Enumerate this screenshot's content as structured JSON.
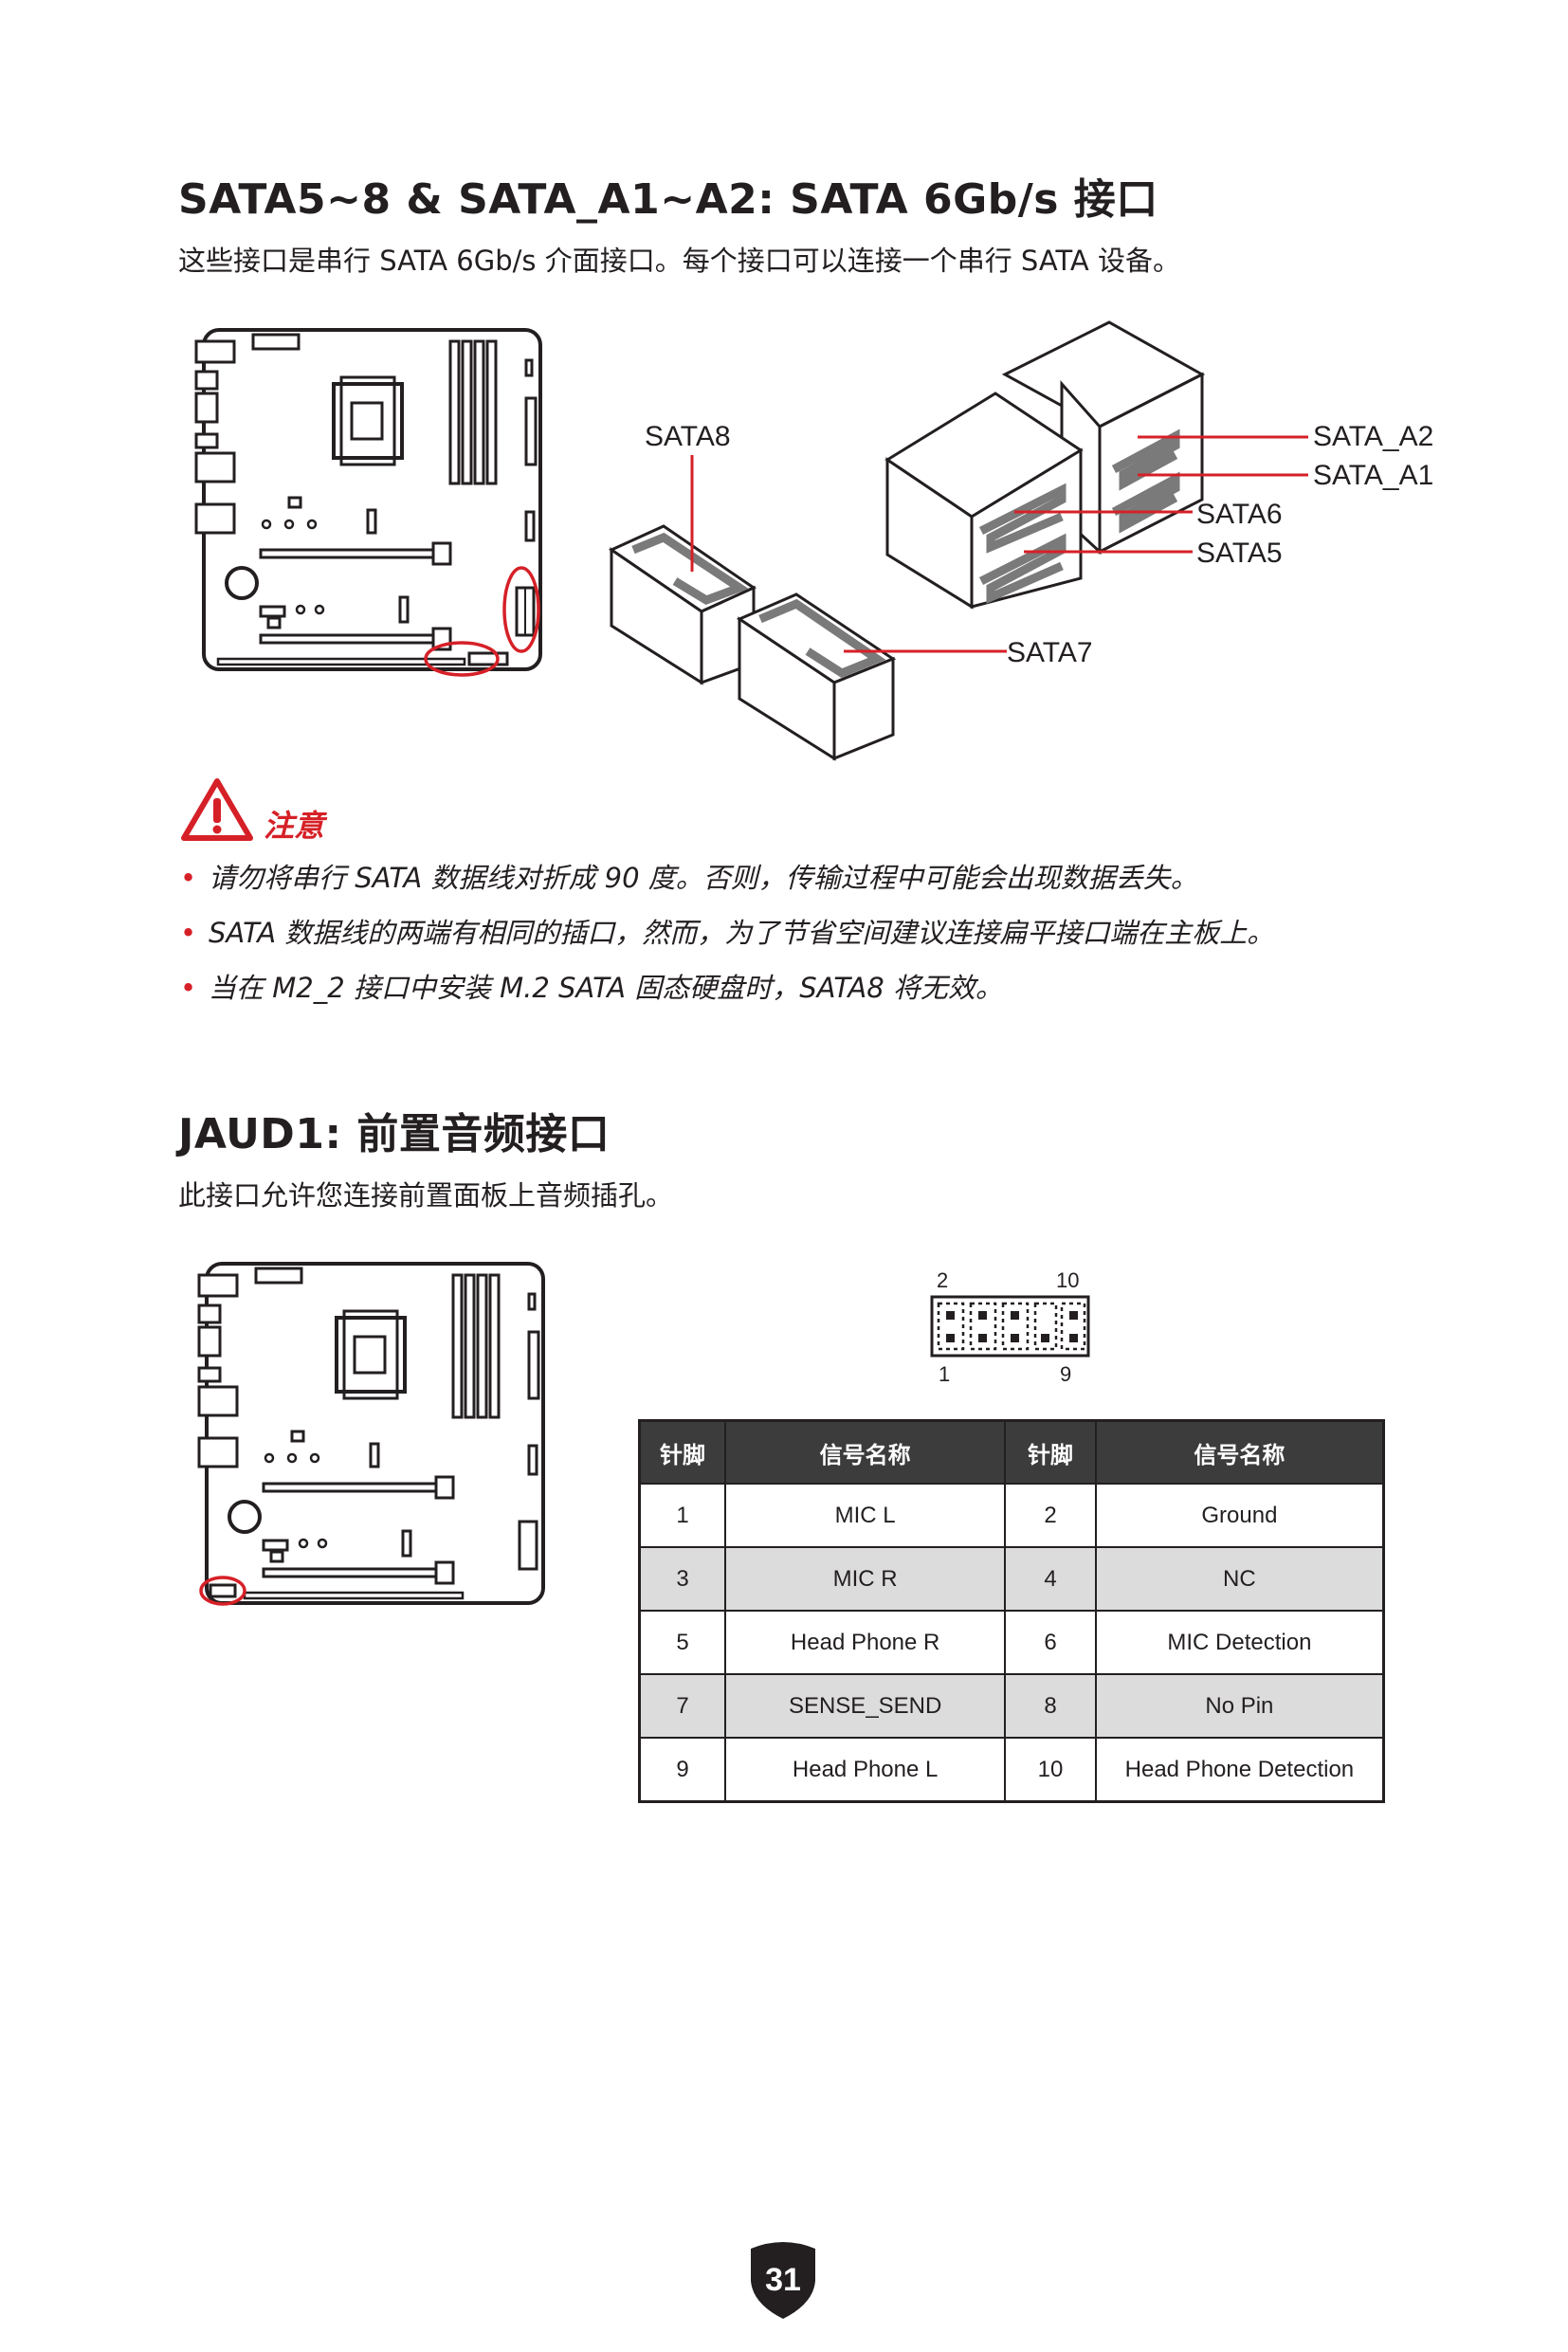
{
  "sata_section": {
    "title": "SATA5~8 & SATA_A1~A2: SATA 6Gb/s 接口",
    "description": "这些接口是串行 SATA 6Gb/s 介面接口。每个接口可以连接一个串行 SATA 设备。",
    "labels": {
      "sata8": "SATA8",
      "sata7": "SATA7",
      "sata6": "SATA6",
      "sata5": "SATA5",
      "sata_a2": "SATA_A2",
      "sata_a1": "SATA_A1"
    }
  },
  "caution": {
    "title": "注意",
    "items": [
      "请勿将串行 SATA 数据线对折成 90 度。否则，传输过程中可能会出现数据丢失。",
      "SATA 数据线的两端有相同的插口，然而，为了节省空间建议连接扁平接口端在主板上。",
      "当在 M2_2 接口中安装 M.2 SATA 固态硬盘时，SATA8 将无效。"
    ]
  },
  "jaud_section": {
    "title": "JAUD1: 前置音频接口",
    "description": "此接口允许您连接前置面板上音频插孔。",
    "pin_labels": {
      "top_left": "2",
      "top_right": "10",
      "bottom_left": "1",
      "bottom_right": "9"
    },
    "table": {
      "headers": [
        "针脚",
        "信号名称",
        "针脚",
        "信号名称"
      ],
      "rows": [
        [
          "1",
          "MIC L",
          "2",
          "Ground"
        ],
        [
          "3",
          "MIC R",
          "4",
          "NC"
        ],
        [
          "5",
          "Head Phone R",
          "6",
          "MIC Detection"
        ],
        [
          "7",
          "SENSE_SEND",
          "8",
          "No Pin"
        ],
        [
          "9",
          "Head Phone L",
          "10",
          "Head Phone Detection"
        ]
      ]
    }
  },
  "page_number": "31",
  "colors": {
    "accent_red": "#d62027",
    "text": "#231f20",
    "header_bg": "#3c3c3c",
    "alt_row": "#dcdcdc"
  }
}
